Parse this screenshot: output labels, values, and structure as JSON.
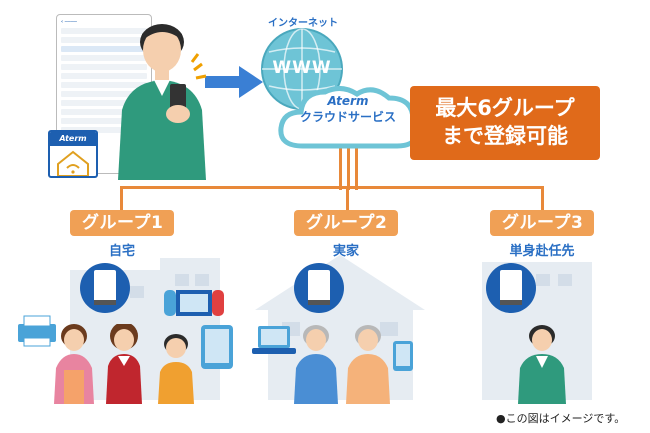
{
  "internet": {
    "label": "インターネット",
    "www": "WWW"
  },
  "cloud": {
    "brand": "Aterm",
    "service": "クラウドサービス"
  },
  "max_badge": {
    "line1": "最大6グループ",
    "line2": "まで登録可能"
  },
  "card": {
    "brand": "Aterm"
  },
  "groups": [
    {
      "name": "グループ1",
      "place": "自宅"
    },
    {
      "name": "グループ2",
      "place": "実家"
    },
    {
      "name": "グループ3",
      "place": "単身赴任先"
    }
  ],
  "note": "●この図はイメージです。",
  "colors": {
    "orange_line": "#e8893a",
    "badge": "#f0a055",
    "accent_box": "#e06a1a",
    "blue_text": "#2a6fc4",
    "cloud_fill": "#6ec4d6"
  }
}
